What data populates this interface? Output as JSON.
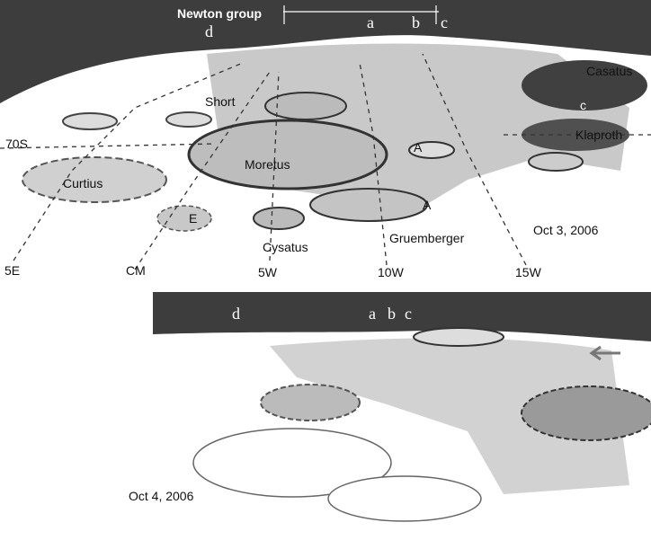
{
  "top_panel": {
    "group_label": "Newton group",
    "group_members": [
      "a",
      "b",
      "c",
      "d"
    ],
    "craters": {
      "casatus": "Casatus",
      "casatus_c": "c",
      "klaproth": "Klaproth",
      "short": "Short",
      "curtius": "Curtius",
      "moretus": "Moretus",
      "a_north": "A",
      "a_south": "A",
      "e": "E",
      "cysatus": "Cysatus",
      "gruemberger": "Gruemberger"
    },
    "latitude_label": "70S",
    "longitude_labels": [
      "5E",
      "CM",
      "5W",
      "10W",
      "15W"
    ],
    "date": "Oct 3, 2006"
  },
  "bottom_panel": {
    "group_members": [
      "d",
      "a",
      "b",
      "c"
    ],
    "date": "Oct 4, 2006"
  },
  "colors": {
    "shadow": "#3a3a3a",
    "floor": "#b8b8b8",
    "terrain": "#d8d8d8"
  }
}
